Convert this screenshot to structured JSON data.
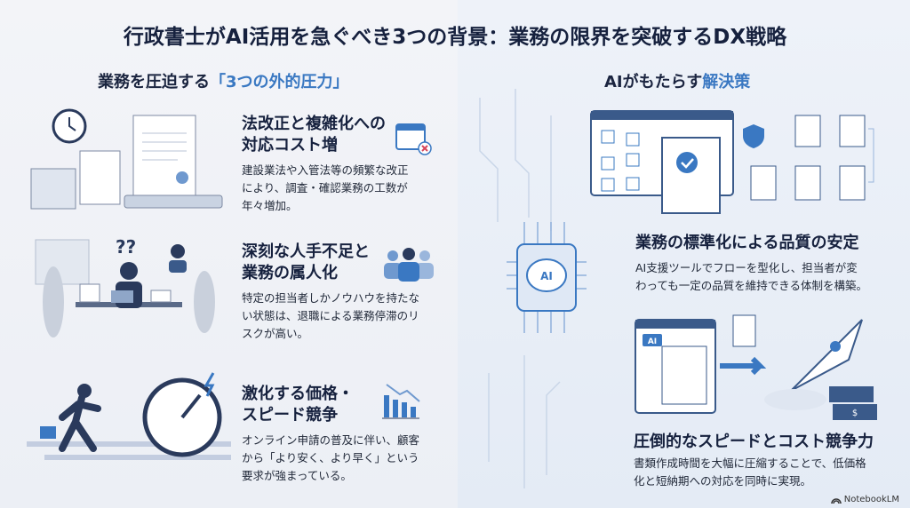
{
  "title": "行政書士がAI活用を急ぐべき3つの背景：業務の限界を突破するDX戦略",
  "left": {
    "heading_prefix": "業務を圧迫する",
    "heading_highlight": "「3つの外的圧力」",
    "items": [
      {
        "title_l1": "法改正と複雑化への",
        "title_l2": "対応コスト増",
        "body_l1": "建設業法や入管法等の頻繁な改正",
        "body_l2": "により、調査・確認業務の工数が",
        "body_l3": "年々増加。",
        "icon": "calendar-x-icon"
      },
      {
        "title_l1": "深刻な人手不足と",
        "title_l2": "業務の属人化",
        "body_l1": "特定の担当者しかノウハウを持たな",
        "body_l2": "い状態は、退職による業務停滞のリ",
        "body_l3": "スクが高い。",
        "icon": "people-icon"
      },
      {
        "title_l1": "激化する価格・",
        "title_l2": "スピード競争",
        "body_l1": "オンライン申請の普及に伴い、顧客",
        "body_l2": "から「より安く、より早く」という",
        "body_l3": "要求が強まっている。",
        "icon": "declining-bar-chart-icon"
      }
    ]
  },
  "right": {
    "heading_prefix": "AIがもたらす",
    "heading_highlight": "解決策",
    "chip_label": "AI",
    "items": [
      {
        "title": "業務の標準化による品質の安定",
        "body_l1": "AI支援ツールでフローを型化し、担当者が変",
        "body_l2": "わっても一定の品質を維持できる体制を構築。"
      },
      {
        "title": "圧倒的なスピードとコスト競争力",
        "body_l1": "書類作成時間を大幅に圧縮することで、低価格",
        "body_l2": "化と短納期への対応を同時に実現。"
      }
    ]
  },
  "footer": {
    "brand": "NotebookLM"
  },
  "colors": {
    "navy": "#16213e",
    "accent": "#3a78c2",
    "danger": "#d6455a"
  }
}
